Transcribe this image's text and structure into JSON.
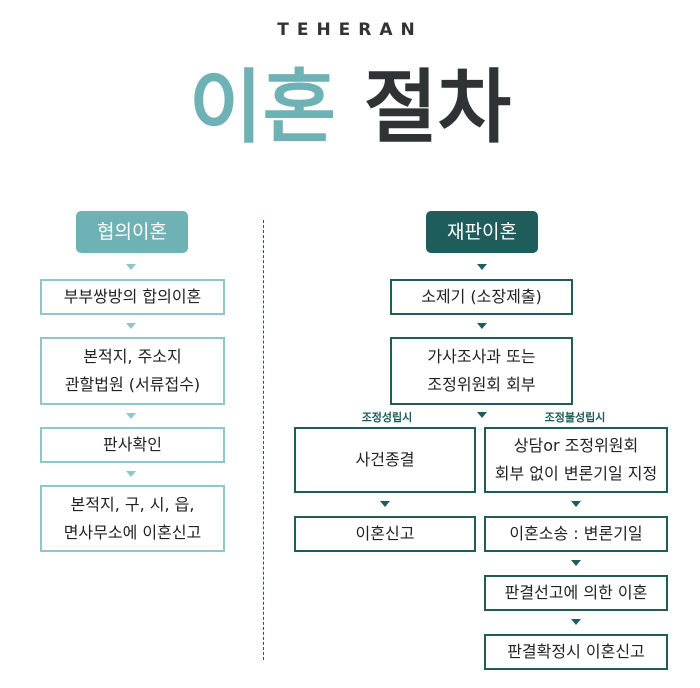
{
  "brand": "TEHERAN",
  "title": {
    "part1": "이혼",
    "part2": "절차"
  },
  "left": {
    "header": "협의이혼",
    "steps": [
      "부부쌍방의 합의이혼",
      "본적지, 주소지\n관할법원 (서류접수)",
      "판사확인",
      "본적지, 구, 시, 읍,\n면사무소에 이혼신고"
    ]
  },
  "right": {
    "header": "재판이혼",
    "step1": "소제기 (소장제출)",
    "step2": "가사조사과 또는\n조정위원회 회부",
    "branch_success_label": "조정성립시",
    "branch_fail_label": "조정불성립시",
    "success_steps": [
      "사건종결",
      "이혼신고"
    ],
    "fail_steps": [
      "상담or 조정위원회\n회부 없이 변론기일 지정",
      "이혼소송 : 변론기일",
      "판결선고에 의한 이혼",
      "판결확정시 이혼신고"
    ]
  }
}
